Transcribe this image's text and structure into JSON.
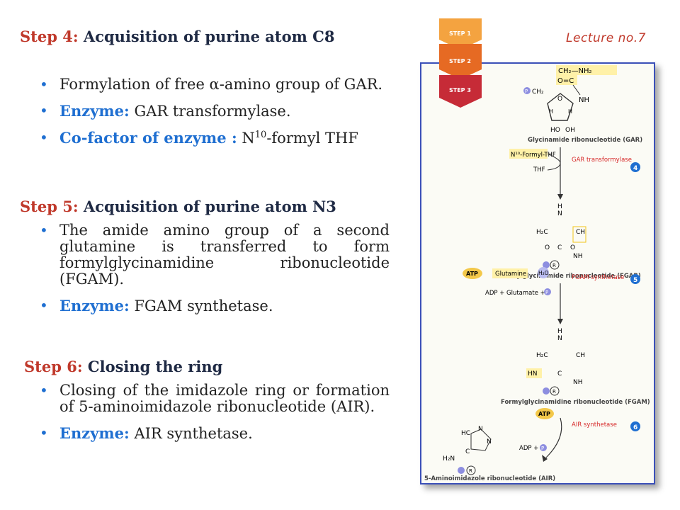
{
  "header": {
    "lecture": "Lecture no.7"
  },
  "steps_ribbon": [
    "STEP 1",
    "STEP 2",
    "STEP 3"
  ],
  "step4": {
    "num": "Step 4:",
    "title": "Acquisition of purine atom C8",
    "b1": "Formylation of free α-amino group of GAR.",
    "b2_label": "Enzyme:",
    "b2_text": "GAR transformylase.",
    "b3_label": "Co-factor of enzyme :",
    "b3_pre": "N",
    "b3_sup": "10",
    "b3_post": "-formyl THF"
  },
  "step5": {
    "num": "Step 5:",
    "title": "Acquisition of purine atom N3",
    "b1": "The amide amino group of a second glutamine is transferred to form formylglycinamidine ribonucleotide (FGAM).",
    "b2_label": "Enzyme:",
    "b2_text": "FGAM synthetase."
  },
  "step6": {
    "num": "Step 6:",
    "title": "Closing the ring",
    "b1": "Closing of the imidazole ring or formation of 5-aminoimidazole ribonucleotide (AIR).",
    "b2_label": "Enzyme:",
    "b2_text": "AIR synthetase."
  },
  "figure": {
    "gar_top": "CH₂—NH₂",
    "c_eq_o": "O=C",
    "nh": "NH",
    "pch2": "CH₂",
    "ring_h": "H",
    "ho": "HO",
    "oh": "OH",
    "o": "O",
    "gar_label": "Glycinamide ribonucleotide (GAR)",
    "n10_formyl_thf": "N¹⁰-Formyl-THF",
    "thf": "THF",
    "gar_enzyme": "GAR transformylase",
    "step4_badge": "4",
    "fgar_label": "Formylglycinamide ribonucleotide (FGAR)",
    "h2c": "H₂C",
    "c": "C",
    "ch": "CH",
    "n": "N",
    "atp": "ATP",
    "glutamine": "Glutamine",
    "h2o": "H₂O",
    "fgam_enzyme": "FGAM synthetase",
    "step5_badge": "5",
    "adp_glutamate": "ADP + Glutamate +",
    "hn": "HN",
    "fgam_label": "Formylglycinamidine ribonucleotide (FGAM)",
    "atp2": "ATP",
    "air_enzyme": "AIR synthetase",
    "step6_badge": "6",
    "adp_p": "ADP +",
    "hc": "HC",
    "h2n": "H₂N",
    "r": "R",
    "p": "P",
    "air_label": "5-Aminoimidazole ribonucleotide (AIR)"
  },
  "colors": {
    "step_number": "#c0392b",
    "heading": "#1f2a44",
    "label_blue": "#1f6fd1",
    "enzyme_red": "#d62828",
    "badge_blue": "#1f6fd1",
    "highlight": "#fff1a8",
    "frame": "#3b50b8"
  }
}
